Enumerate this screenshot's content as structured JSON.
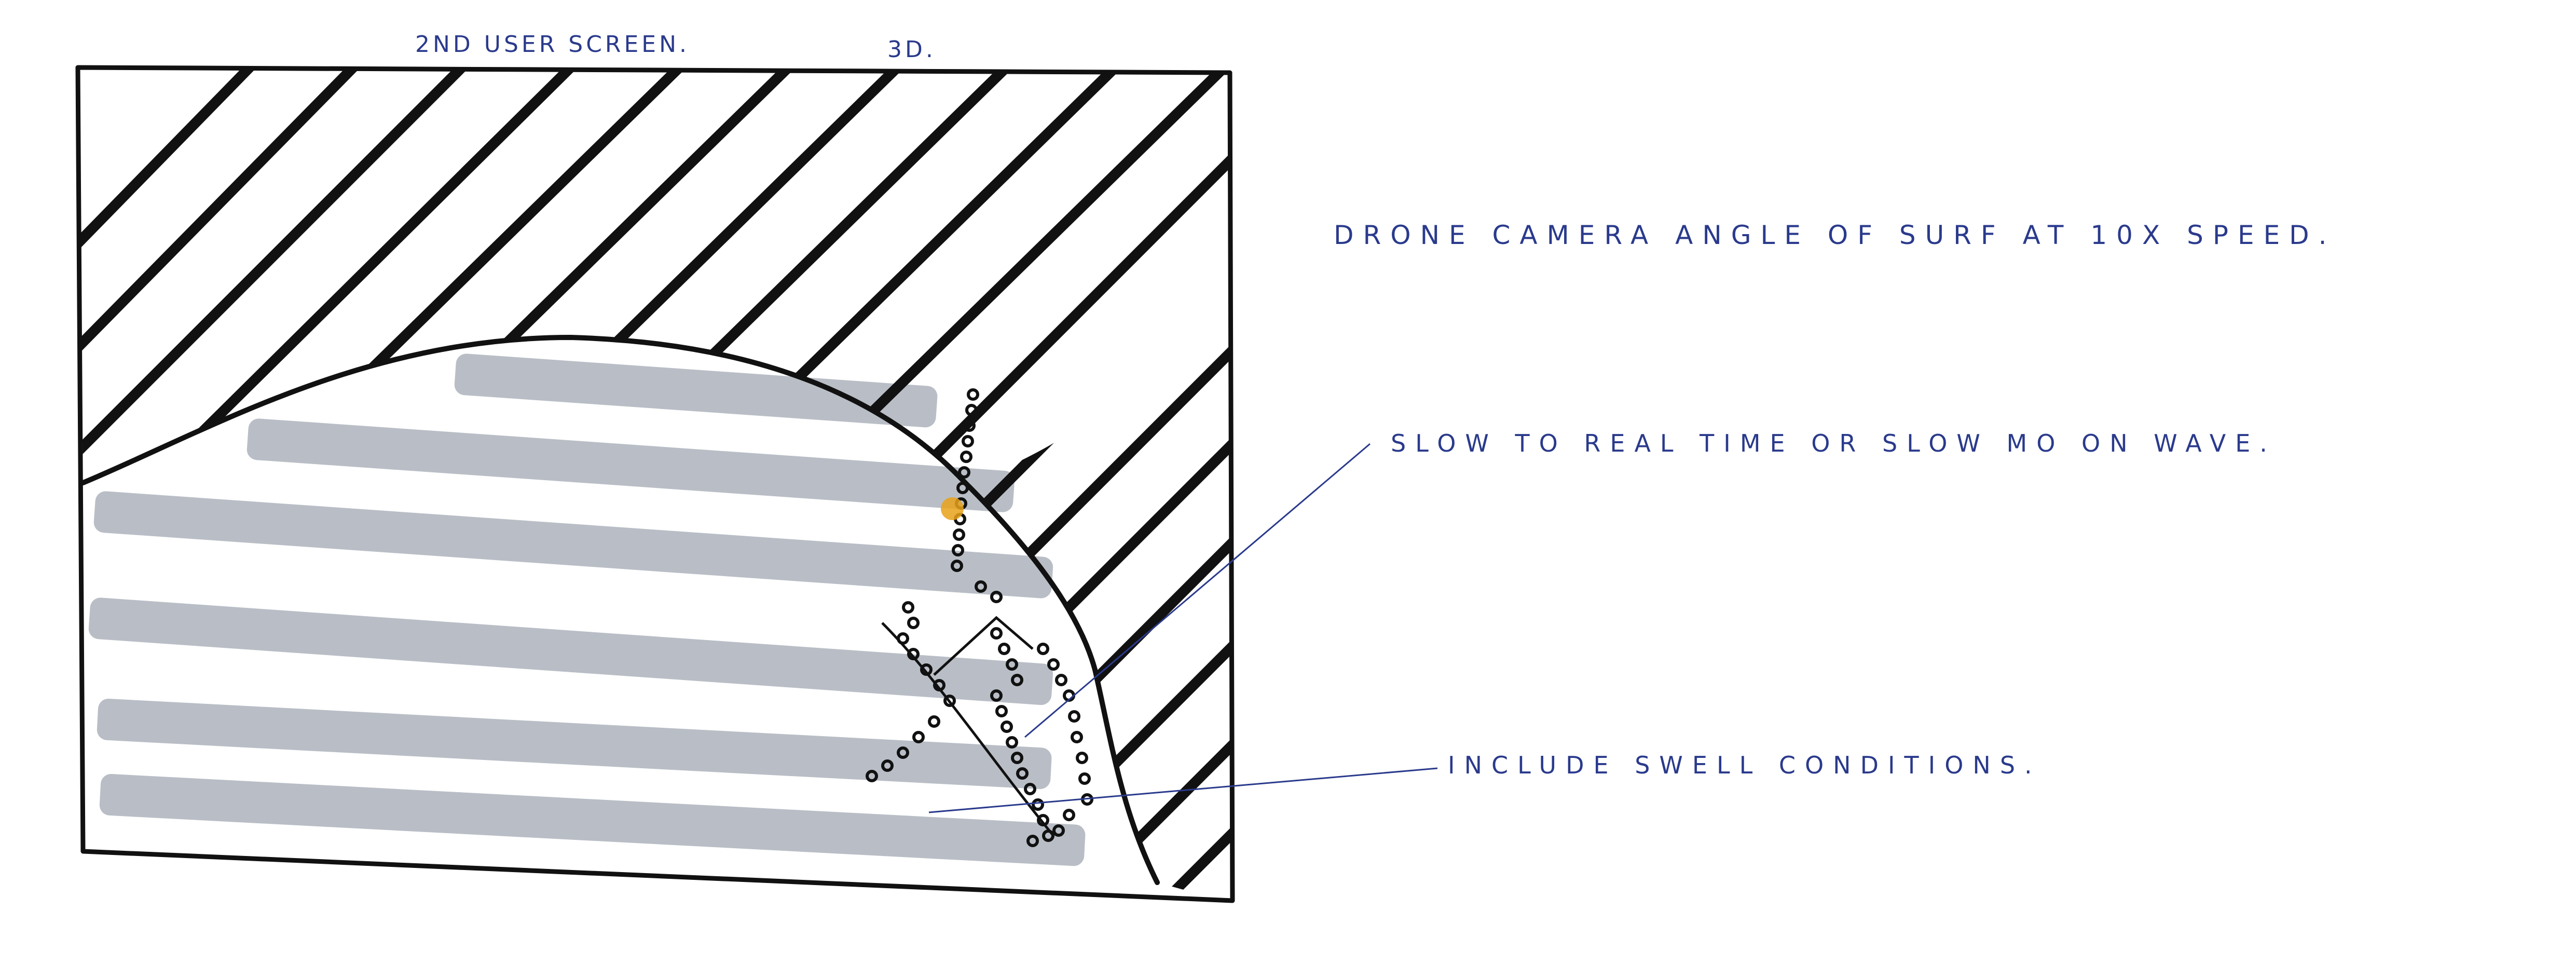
{
  "header": {
    "screen_label": "2ND USER SCREEN.",
    "mode_label": "3D."
  },
  "notes": [
    {
      "id": "drone",
      "text": "DRONE CAMERA ANGLE OF SURF AT 10X SPEED."
    },
    {
      "id": "slow",
      "text": "SLOW TO REAL TIME OR SLOW MO ON WAVE."
    },
    {
      "id": "swell",
      "text": "INCLUDE SWELL CONDITIONS."
    }
  ],
  "colors": {
    "ink": "#111111",
    "pen_blue": "#2a3a8c",
    "swell_grey": "#b9bec6",
    "highlight": "#e8a21a"
  },
  "icons": {
    "surfer": "surfer-figure-icon"
  }
}
